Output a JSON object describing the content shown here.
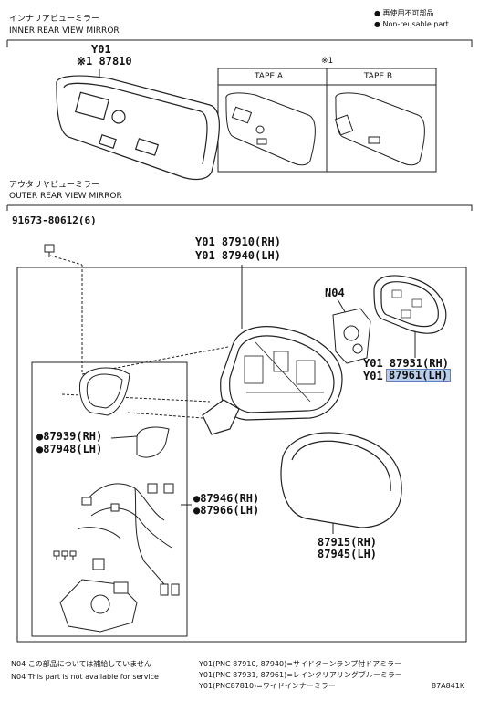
{
  "legend": {
    "reuse_jp": "● 再使用不可部品",
    "reuse_en": "● Non-reusable part"
  },
  "inner": {
    "title_jp": "インナリアビューミラー",
    "title_en": "INNER REAR VIEW MIRROR",
    "code": "Y01",
    "part": "※1 87810",
    "note_mark": "※1",
    "tape_a": "TAPE A",
    "tape_b": "TAPE B"
  },
  "outer": {
    "title_jp": "アウタリヤビューミラー",
    "title_en": "OUTER REAR VIEW MIRROR",
    "bolt": "91673-80612(6)",
    "assy_rh": "Y01 87910(RH)",
    "assy_lh": "Y01 87940(LH)",
    "n04": "N04",
    "glass_rh": "Y01 87931(RH)",
    "glass_lh_code": "Y01",
    "glass_lh": "87961(LH)",
    "cover_rh": "●87939(RH)",
    "cover_lh": "●87948(LH)",
    "harness_rh": "●87946(RH)",
    "harness_lh": "●87966(LH)",
    "outer_cover_rh": "87915(RH)",
    "outer_cover_lh": "87945(LH)"
  },
  "footer": {
    "n04_jp": "N04 この部品については補給していません",
    "n04_en": "N04 This part is not available for service",
    "y01_1": "Y01(PNC 87910, 87940)=サイドターンランプ付ドアミラー",
    "y01_2": "Y01(PNC 87931, 87961)=レインクリアリングブルーミラー",
    "y01_3": "Y01(PNC87810)=ワイドインナーミラー",
    "code": "87A841K"
  }
}
